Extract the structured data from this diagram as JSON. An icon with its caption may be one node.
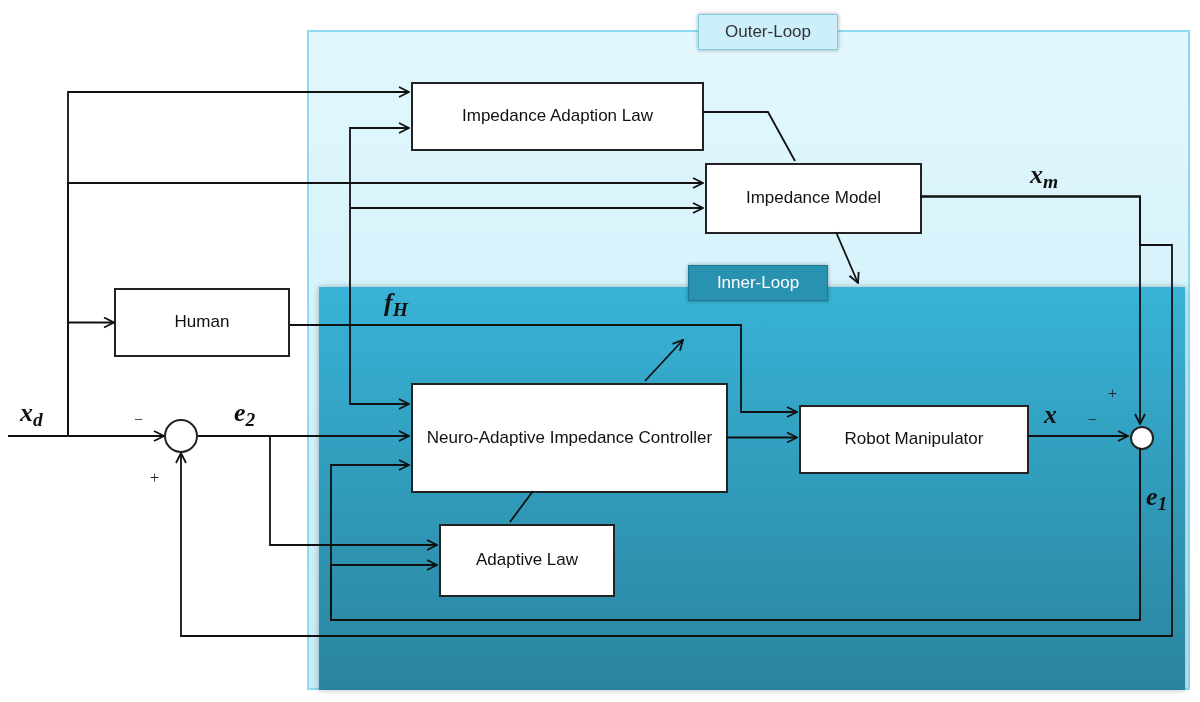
{
  "diagram": {
    "nodes": [
      {
        "text": [
          "Outer-Loop"
        ]
      },
      {
        "text": [
          "Inner-Loop"
        ],
        "in": 0
      },
      {
        "text": [
          "Impedance Adaption Law"
        ],
        "in": 0
      },
      {
        "text": [
          "Impedance Model"
        ],
        "in": 0
      },
      {
        "text": [
          "Human"
        ]
      },
      {
        "text": [
          "Neuro-Adaptive Impedance Controller"
        ],
        "in": 1
      },
      {
        "text": [
          "Robot Manipulator"
        ],
        "in": 1
      },
      {
        "text": [
          "Adaptive Law"
        ],
        "in": 1
      },
      {
        "text": [],
        "shape": "circle"
      },
      {
        "text": [],
        "shape": "circle",
        "in": 1
      }
    ],
    "edges": [
      {
        "from": null,
        "to": 8,
        "arrow": "to",
        "label": "x$_{d}$"
      },
      {
        "from": null,
        "to": 2,
        "arrow": "to"
      },
      {
        "from": null,
        "to": 3,
        "arrow": "to"
      },
      {
        "from": null,
        "to": 4,
        "arrow": "to"
      },
      {
        "from": null,
        "to": 2,
        "arrow": "to"
      },
      {
        "from": null,
        "to": 3,
        "arrow": "to"
      },
      {
        "from": null,
        "to": 5,
        "arrow": "to"
      },
      {
        "from": 8,
        "to": 5,
        "arrow": "to",
        "label": "e$_{2}$"
      },
      {
        "from": 8,
        "to": 7,
        "arrow": "to"
      },
      {
        "from": 4,
        "to": 6,
        "arrow": "to",
        "label": "f$_{H}$"
      },
      {
        "from": 5,
        "to": 6,
        "arrow": "to"
      },
      {
        "from": 6,
        "to": 9,
        "arrow": "to",
        "label": "x"
      },
      {
        "from": 3,
        "to": 9,
        "arrow": "to",
        "label": "x$_{m}$"
      },
      {
        "from": 3,
        "to": 8,
        "arrow": "to"
      },
      {
        "from": 9,
        "to": 5,
        "arrow": "to",
        "label": "e$_{1}$"
      },
      {
        "from": 9,
        "to": 7,
        "arrow": "to"
      },
      {
        "from": 2,
        "to": 3,
        "arrow": "none"
      },
      {
        "from": 7,
        "to": 5,
        "arrow": "none"
      },
      {
        "from": 3,
        "to": 1,
        "arrow": "to"
      },
      {
        "from": 5,
        "to": null,
        "arrow": "to"
      }
    ],
    "labels": [
      "−",
      "+",
      "+",
      "−"
    ]
  }
}
